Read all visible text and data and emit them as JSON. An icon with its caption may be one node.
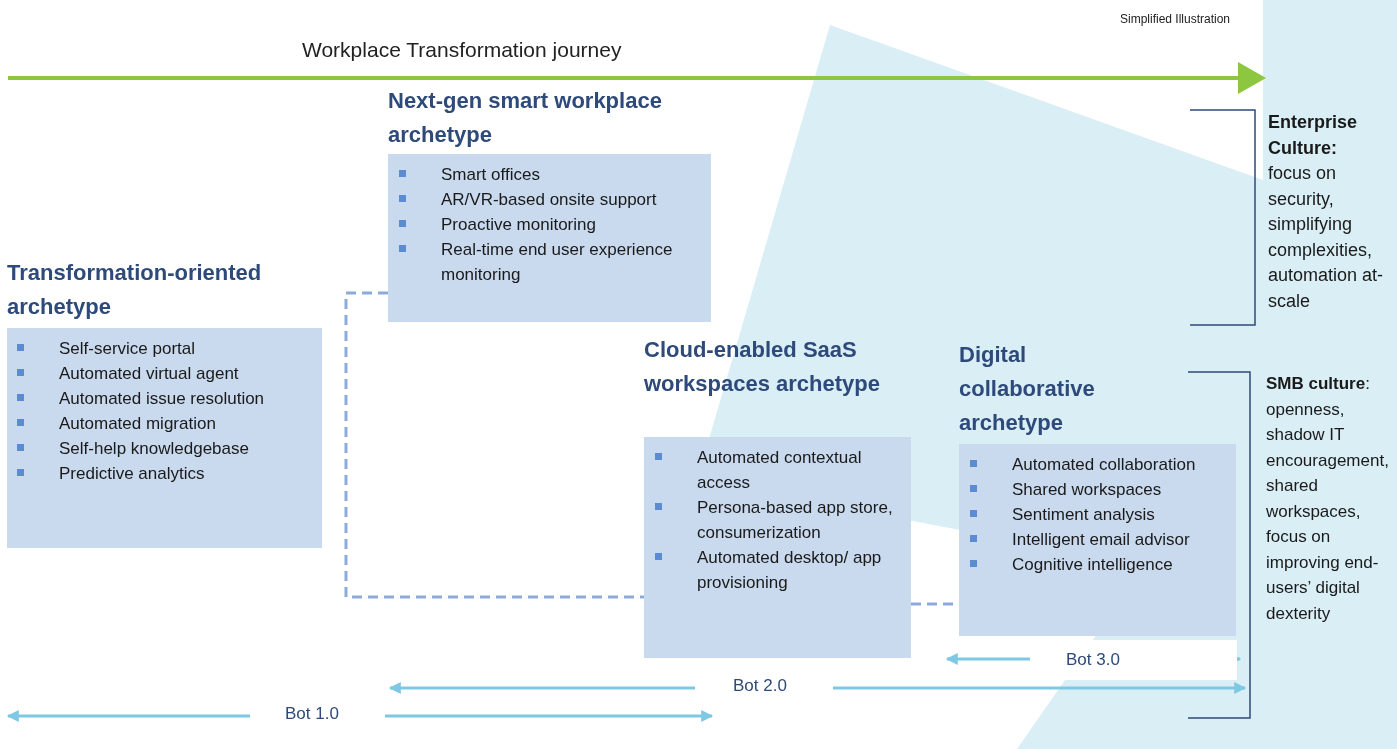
{
  "diagram": {
    "nodes": [
      {
        "text": [
          "Transformation-oriented archetype",
          "Self-service portal",
          "Automated virtual agent",
          "Automated issue resolution",
          "Automated migration",
          "Self-help knowledgebase",
          "Predictive analytics"
        ]
      },
      {
        "text": [
          "Next-gen smart workplace archetype",
          "Smart offices",
          "AR/VR-based onsite support",
          "Proactive monitoring",
          "Real-time end user experience monitoring"
        ]
      },
      {
        "text": [
          "Cloud-enabled SaaS workspaces archetype",
          "Automated contextual access",
          "Persona-based app store, consumerization",
          "Automated desktop/ app provisioning"
        ]
      },
      {
        "text": [
          "Digital collaborative archetype",
          "Automated collaboration",
          "Shared workspaces",
          "Sentiment analysis",
          "Intelligent email advisor",
          "Cognitive intelligence"
        ]
      }
    ],
    "edges": [
      {
        "from": 1,
        "to": 2,
        "arrow": "none",
        "style": "dashed"
      },
      {
        "from": 2,
        "to": 3,
        "arrow": "none",
        "style": "dashed"
      }
    ],
    "labels": [
      "Simplified Illustration",
      "Workplace Transformation journey",
      "**Enterprise Culture:** focus on security, simplifying complexities, automation at-scale",
      "**SMB culture**: openness, shadow IT encouragement, shared workspaces, focus on improving end-users’ digital dexterity",
      "Bot 3.0",
      "Bot 2.0",
      "Bot 1.0"
    ]
  }
}
